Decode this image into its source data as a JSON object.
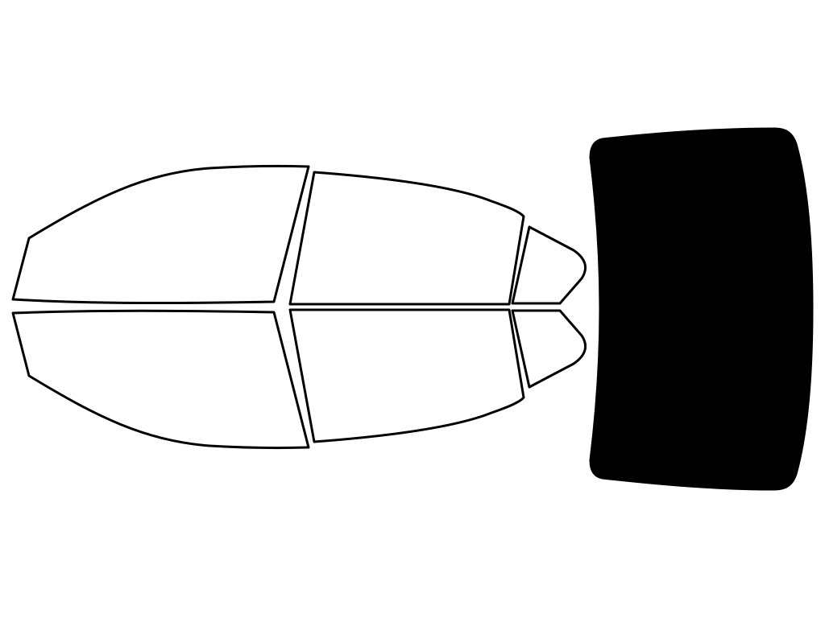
{
  "diagram": {
    "colors": {
      "background": "#ffffff",
      "outline": "#000000",
      "filled": "#000000"
    },
    "windows": [
      {
        "name": "front-door-window-top",
        "state": "outline"
      },
      {
        "name": "rear-door-window-top",
        "state": "outline"
      },
      {
        "name": "rear-quarter-window-top",
        "state": "outline"
      },
      {
        "name": "front-door-window-bottom",
        "state": "outline"
      },
      {
        "name": "rear-door-window-bottom",
        "state": "outline"
      },
      {
        "name": "rear-quarter-window-bottom",
        "state": "outline"
      },
      {
        "name": "rear-windshield",
        "state": "filled"
      }
    ]
  }
}
